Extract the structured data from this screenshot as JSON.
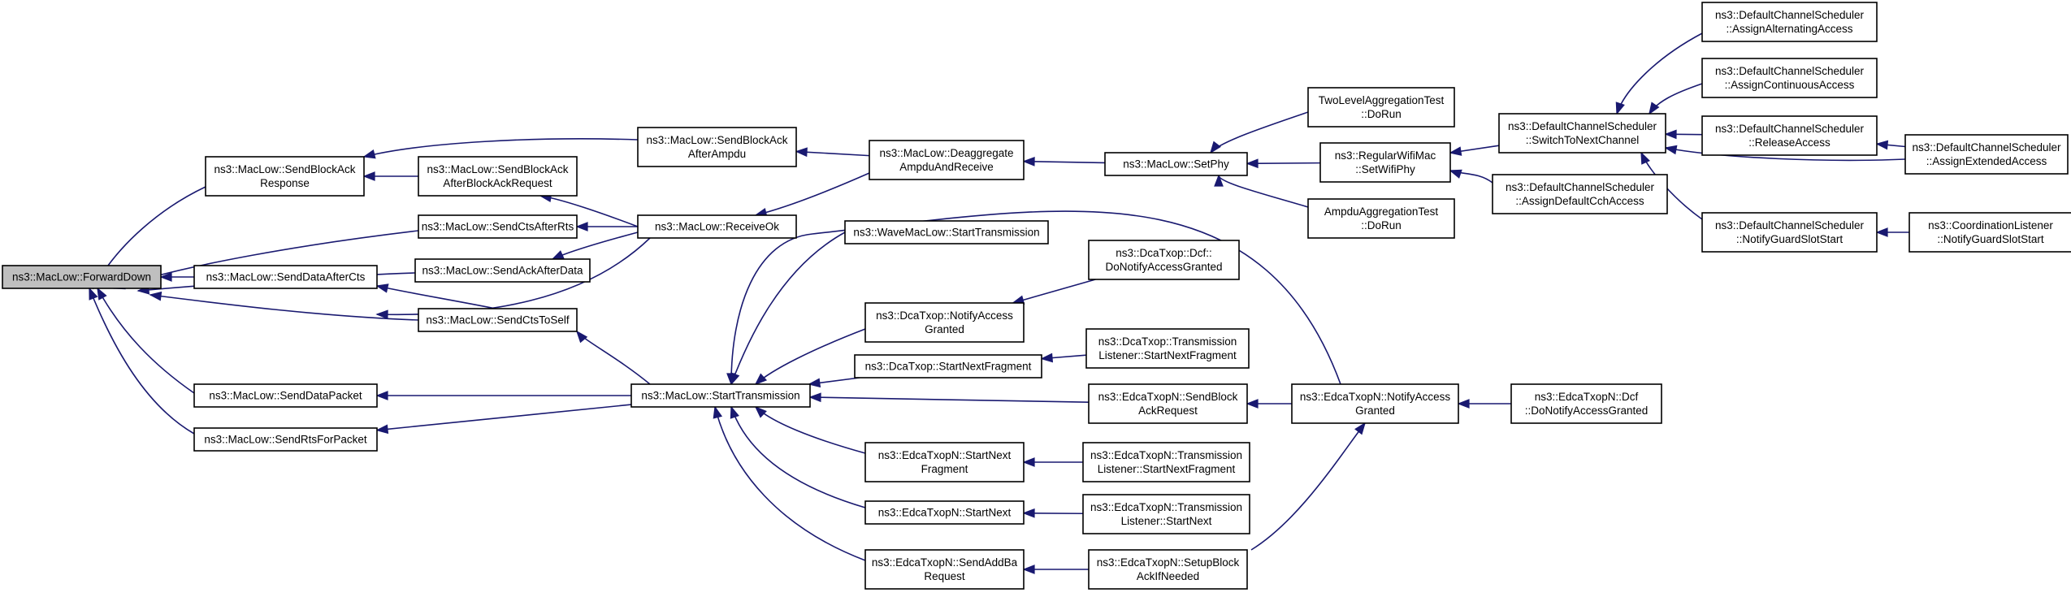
{
  "nodes": [
    {
      "id": "n0",
      "lines": [
        "ns3::MacLow::ForwardDown"
      ],
      "root": true
    },
    {
      "id": "n1",
      "lines": [
        "ns3::MacLow::SendBlockAck",
        "Response"
      ]
    },
    {
      "id": "n2",
      "lines": [
        "ns3::MacLow::SendBlockAck",
        "AfterBlockAckRequest"
      ]
    },
    {
      "id": "n3",
      "lines": [
        "ns3::MacLow::SendBlockAck",
        "AfterAmpdu"
      ]
    },
    {
      "id": "n4",
      "lines": [
        "ns3::MacLow::SendCtsAfterRts"
      ]
    },
    {
      "id": "n5",
      "lines": [
        "ns3::MacLow::SendAckAfterData"
      ]
    },
    {
      "id": "n6",
      "lines": [
        "ns3::MacLow::SendDataAfterCts"
      ]
    },
    {
      "id": "n7",
      "lines": [
        "ns3::MacLow::SendCtsToSelf"
      ]
    },
    {
      "id": "n8",
      "lines": [
        "ns3::MacLow::SendDataPacket"
      ]
    },
    {
      "id": "n9",
      "lines": [
        "ns3::MacLow::SendRtsForPacket"
      ]
    },
    {
      "id": "n10",
      "lines": [
        "ns3::MacLow::ReceiveOk"
      ]
    },
    {
      "id": "n11",
      "lines": [
        "ns3::MacLow::Deaggregate",
        "AmpduAndReceive"
      ]
    },
    {
      "id": "n12",
      "lines": [
        "ns3::MacLow::SetPhy"
      ]
    },
    {
      "id": "n13",
      "lines": [
        "TwoLevelAggregationTest",
        "::DoRun"
      ]
    },
    {
      "id": "n14",
      "lines": [
        "ns3::RegularWifiMac",
        "::SetWifiPhy"
      ]
    },
    {
      "id": "n15",
      "lines": [
        "AmpduAggregationTest",
        "::DoRun"
      ]
    },
    {
      "id": "n16",
      "lines": [
        "ns3::DefaultChannelScheduler",
        "::SwitchToNextChannel"
      ]
    },
    {
      "id": "n17",
      "lines": [
        "ns3::DefaultChannelScheduler",
        "::AssignDefaultCchAccess"
      ]
    },
    {
      "id": "n18",
      "lines": [
        "ns3::DefaultChannelScheduler",
        "::AssignAlternatingAccess"
      ]
    },
    {
      "id": "n19",
      "lines": [
        "ns3::DefaultChannelScheduler",
        "::AssignContinuousAccess"
      ]
    },
    {
      "id": "n20",
      "lines": [
        "ns3::DefaultChannelScheduler",
        "::ReleaseAccess"
      ]
    },
    {
      "id": "n21",
      "lines": [
        "ns3::DefaultChannelScheduler",
        "::AssignExtendedAccess"
      ]
    },
    {
      "id": "n22",
      "lines": [
        "ns3::DefaultChannelScheduler",
        "::NotifyGuardSlotStart"
      ]
    },
    {
      "id": "n23",
      "lines": [
        "ns3::CoordinationListener",
        "::NotifyGuardSlotStart"
      ]
    },
    {
      "id": "n24",
      "lines": [
        "ns3::MacLow::StartTransmission"
      ]
    },
    {
      "id": "n25",
      "lines": [
        "ns3::WaveMacLow::StartTransmission"
      ]
    },
    {
      "id": "n26",
      "lines": [
        "ns3::DcaTxop::NotifyAccess",
        "Granted"
      ]
    },
    {
      "id": "n27",
      "lines": [
        "ns3::DcaTxop::Dcf::",
        "DoNotifyAccessGranted"
      ]
    },
    {
      "id": "n28",
      "lines": [
        "ns3::DcaTxop::StartNextFragment"
      ]
    },
    {
      "id": "n29",
      "lines": [
        "ns3::DcaTxop::Transmission",
        "Listener::StartNextFragment"
      ]
    },
    {
      "id": "n30",
      "lines": [
        "ns3::EdcaTxopN::SendBlock",
        "AckRequest"
      ]
    },
    {
      "id": "n31",
      "lines": [
        "ns3::EdcaTxopN::NotifyAccess",
        "Granted"
      ]
    },
    {
      "id": "n32",
      "lines": [
        "ns3::EdcaTxopN::Dcf",
        "::DoNotifyAccessGranted"
      ]
    },
    {
      "id": "n33",
      "lines": [
        "ns3::EdcaTxopN::StartNext",
        "Fragment"
      ]
    },
    {
      "id": "n34",
      "lines": [
        "ns3::EdcaTxopN::Transmission",
        "Listener::StartNextFragment"
      ]
    },
    {
      "id": "n35",
      "lines": [
        "ns3::EdcaTxopN::StartNext"
      ]
    },
    {
      "id": "n36",
      "lines": [
        "ns3::EdcaTxopN::Transmission",
        "Listener::StartNext"
      ]
    },
    {
      "id": "n37",
      "lines": [
        "ns3::EdcaTxopN::SendAddBa",
        "Request"
      ]
    },
    {
      "id": "n38",
      "lines": [
        "ns3::EdcaTxopN::SetupBlock",
        "AckIfNeeded"
      ]
    }
  ],
  "edges": [
    {
      "from": "n1",
      "to": "n0"
    },
    {
      "from": "n4",
      "to": "n0"
    },
    {
      "from": "n5",
      "to": "n0"
    },
    {
      "from": "n6",
      "to": "n0"
    },
    {
      "from": "n7",
      "to": "n0"
    },
    {
      "from": "n8",
      "to": "n0"
    },
    {
      "from": "n9",
      "to": "n0"
    },
    {
      "from": "n2",
      "to": "n1"
    },
    {
      "from": "n3",
      "to": "n1"
    },
    {
      "from": "n10",
      "to": "n2"
    },
    {
      "from": "n11",
      "to": "n3"
    },
    {
      "from": "n10",
      "to": "n4"
    },
    {
      "from": "n10",
      "to": "n5"
    },
    {
      "from": "n10",
      "to": "n6"
    },
    {
      "from": "n7",
      "to": "n6"
    },
    {
      "from": "n24",
      "to": "n7"
    },
    {
      "from": "n24",
      "to": "n8"
    },
    {
      "from": "n24",
      "to": "n9"
    },
    {
      "from": "n11",
      "to": "n10"
    },
    {
      "from": "n12",
      "to": "n11"
    },
    {
      "from": "n13",
      "to": "n12"
    },
    {
      "from": "n14",
      "to": "n12"
    },
    {
      "from": "n15",
      "to": "n12"
    },
    {
      "from": "n16",
      "to": "n14"
    },
    {
      "from": "n17",
      "to": "n14"
    },
    {
      "from": "n18",
      "to": "n16"
    },
    {
      "from": "n19",
      "to": "n16"
    },
    {
      "from": "n20",
      "to": "n16"
    },
    {
      "from": "n21",
      "to": "n16"
    },
    {
      "from": "n22",
      "to": "n16"
    },
    {
      "from": "n21",
      "to": "n20"
    },
    {
      "from": "n23",
      "to": "n22"
    },
    {
      "from": "n25",
      "to": "n24"
    },
    {
      "from": "n26",
      "to": "n24"
    },
    {
      "from": "n28",
      "to": "n24"
    },
    {
      "from": "n30",
      "to": "n24"
    },
    {
      "from": "n31",
      "to": "n24"
    },
    {
      "from": "n33",
      "to": "n24"
    },
    {
      "from": "n35",
      "to": "n24"
    },
    {
      "from": "n37",
      "to": "n24"
    },
    {
      "from": "n27",
      "to": "n26"
    },
    {
      "from": "n29",
      "to": "n28"
    },
    {
      "from": "n31",
      "to": "n30"
    },
    {
      "from": "n32",
      "to": "n31"
    },
    {
      "from": "n38",
      "to": "n31"
    },
    {
      "from": "n34",
      "to": "n33"
    },
    {
      "from": "n36",
      "to": "n35"
    },
    {
      "from": "n38",
      "to": "n37"
    }
  ]
}
